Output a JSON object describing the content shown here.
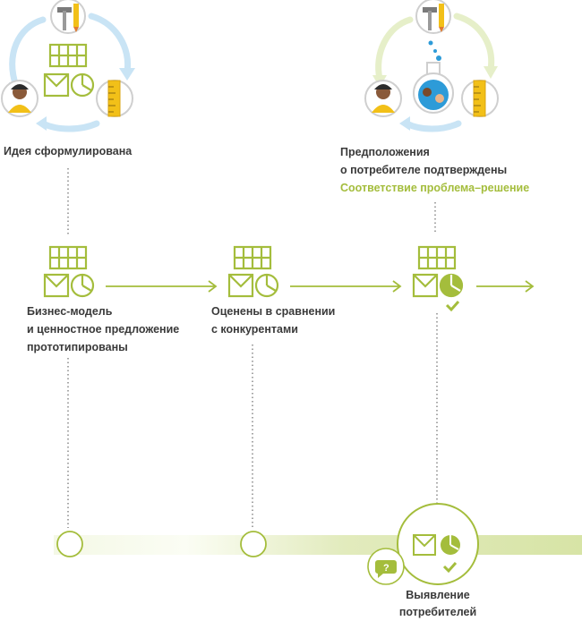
{
  "colors": {
    "accent_green": "#a4bd3c",
    "light_green": "#dfe9b8",
    "text": "#3a3a3a",
    "cycle_blue": "#b9dcf2"
  },
  "icons": [
    "tools-icon",
    "ruler-icon",
    "person-icon",
    "flask-icon",
    "canvas-icon",
    "checkmark-icon",
    "question-icon",
    "arrow-right-icon"
  ],
  "labels": {
    "idea": "Идея сформулирована",
    "assumptions_1": "Предположения",
    "assumptions_2": "о потребителе подтверждены",
    "problem_solution_fit": "Соответствие проблема–решение",
    "bm_1": "Бизнес-модель",
    "bm_2": "и ценностное предложение",
    "bm_3": "прототипированы",
    "compared_1": "Оценены в сравнении",
    "compared_2": "с конкурентами",
    "discovery_1": "Выявление",
    "discovery_2": "потребителей"
  }
}
